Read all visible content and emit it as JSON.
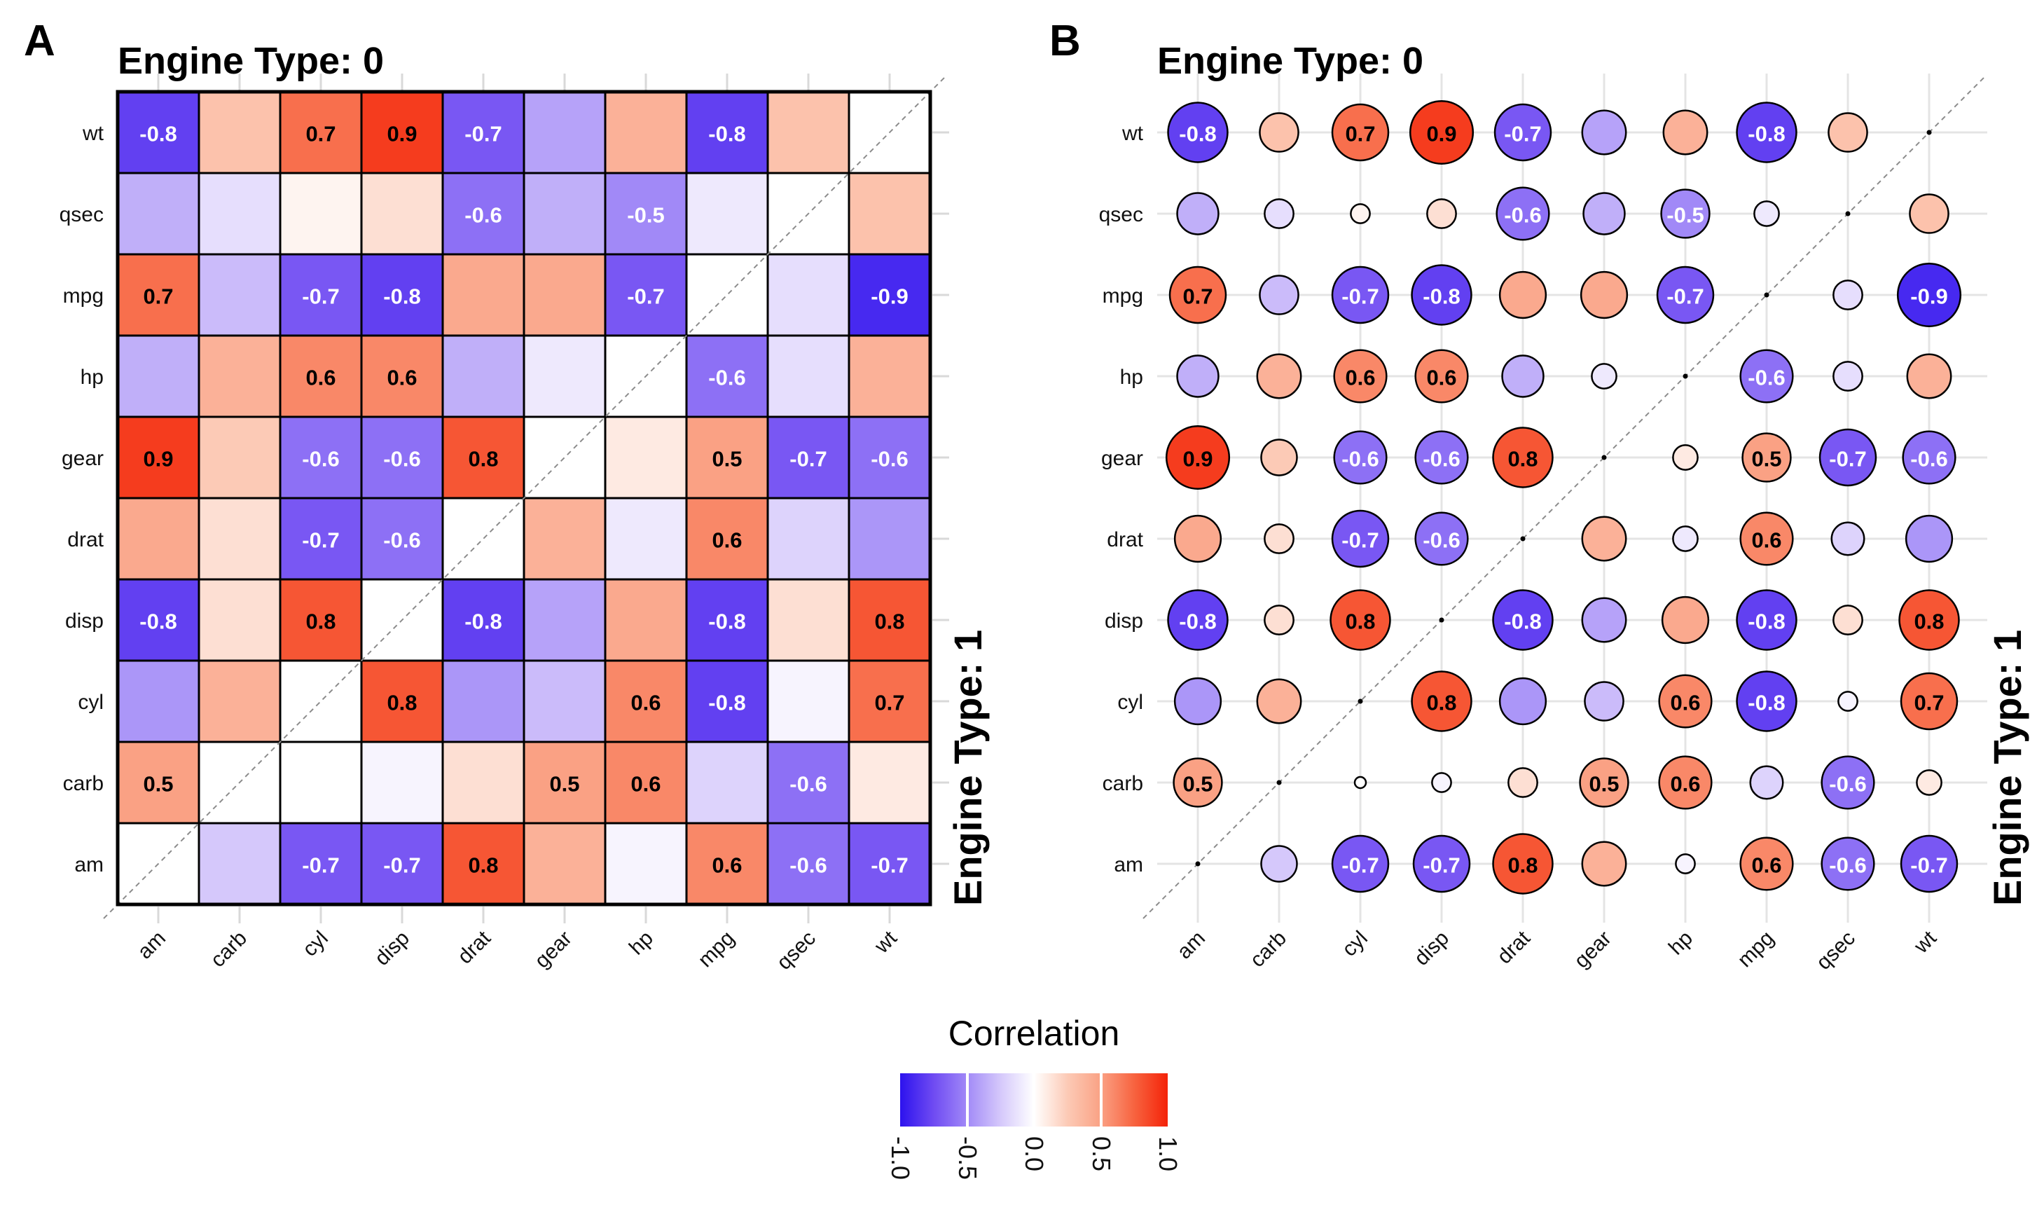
{
  "figure": {
    "background": "#ffffff"
  },
  "panels": {
    "a": {
      "tag": "A",
      "title": "Engine Type: 0",
      "right_label": "Engine Type: 1"
    },
    "b": {
      "tag": "B",
      "title": "Engine Type: 0",
      "right_label": "Engine Type: 1"
    }
  },
  "legend": {
    "title": "Correlation",
    "tick_labels": [
      "-1.0",
      "-0.5",
      "0.0",
      "0.5",
      "1.0"
    ],
    "range": [
      -1,
      1
    ]
  },
  "color_scale": {
    "domain": [
      -1,
      -0.75,
      -0.5,
      -0.25,
      0,
      0.25,
      0.5,
      0.75,
      1
    ],
    "colors": [
      "#2d12ee",
      "#6f4bf2",
      "#a189f7",
      "#d5c8fb",
      "#ffffff",
      "#fccab6",
      "#faa184",
      "#f7633f",
      "#f42208"
    ],
    "negative_end": "#2d12ee",
    "zero": "#ffffff",
    "positive_end": "#f42208"
  },
  "style": {
    "grid_color": "#e4e4e4",
    "tick_stub_color": "#d9d9d9",
    "cell_border_color": "#000000",
    "diagonal_dash_color": "#8c8c8c",
    "value_label_color_positive": "#000000",
    "value_label_color_negative": "#ffffff",
    "axis_text_color": "#111111"
  },
  "chart_data": [
    {
      "panel": "A",
      "type": "heatmap",
      "title": "Engine Type: 0",
      "upper_left_triangle_group": "Engine Type: 0",
      "lower_right_triangle_group": "Engine Type: 1",
      "x_categories": [
        "am",
        "carb",
        "cyl",
        "disp",
        "drat",
        "gear",
        "hp",
        "mpg",
        "qsec",
        "wt"
      ],
      "y_categories_top_to_bottom": [
        "wt",
        "qsec",
        "mpg",
        "hp",
        "gear",
        "drat",
        "disp",
        "cyl",
        "carb",
        "am"
      ],
      "value_label_threshold": 0.5,
      "color_range": [
        -1,
        1
      ],
      "diagonal": "blank white cells crossed by dashed line",
      "values": [
        [
          -0.8,
          0.3,
          0.7,
          0.9,
          -0.7,
          -0.4,
          0.4,
          -0.8,
          0.3,
          null
        ],
        [
          -0.35,
          -0.15,
          0.05,
          0.15,
          -0.6,
          -0.35,
          -0.5,
          -0.1,
          null,
          0.3
        ],
        [
          0.7,
          -0.3,
          -0.7,
          -0.8,
          0.45,
          0.45,
          -0.7,
          null,
          -0.15,
          -0.9
        ],
        [
          -0.35,
          0.4,
          0.6,
          0.6,
          -0.35,
          -0.1,
          null,
          -0.6,
          -0.15,
          0.4
        ],
        [
          0.9,
          0.25,
          -0.6,
          -0.6,
          0.8,
          null,
          0.1,
          0.5,
          -0.7,
          -0.6
        ],
        [
          0.45,
          0.15,
          -0.7,
          -0.6,
          null,
          0.4,
          -0.1,
          0.6,
          -0.2,
          -0.45
        ],
        [
          -0.8,
          0.15,
          0.8,
          null,
          -0.8,
          -0.4,
          0.45,
          -0.8,
          0.15,
          0.8
        ],
        [
          -0.45,
          0.4,
          null,
          0.8,
          -0.45,
          -0.3,
          0.6,
          -0.8,
          -0.05,
          0.7
        ],
        [
          0.5,
          null,
          0.0,
          -0.05,
          0.15,
          0.5,
          0.6,
          -0.2,
          -0.6,
          0.1
        ],
        [
          null,
          -0.25,
          -0.7,
          -0.7,
          0.8,
          0.4,
          -0.05,
          0.6,
          -0.6,
          -0.7
        ]
      ]
    },
    {
      "panel": "B",
      "type": "scatter",
      "subtype": "bubble-correlogram",
      "title": "Engine Type: 0",
      "upper_left_triangle_group": "Engine Type: 0",
      "lower_right_triangle_group": "Engine Type: 1",
      "x_categories": [
        "am",
        "carb",
        "cyl",
        "disp",
        "drat",
        "gear",
        "hp",
        "mpg",
        "qsec",
        "wt"
      ],
      "y_categories_top_to_bottom": [
        "wt",
        "qsec",
        "mpg",
        "hp",
        "gear",
        "drat",
        "disp",
        "cyl",
        "carb",
        "am"
      ],
      "value_label_threshold": 0.5,
      "color_range": [
        -1,
        1
      ],
      "circle_area_proportional_to": "absolute correlation",
      "diagonal": "small black dots crossed by dashed line",
      "values": [
        [
          -0.8,
          0.3,
          0.7,
          0.9,
          -0.7,
          -0.4,
          0.4,
          -0.8,
          0.3,
          null
        ],
        [
          -0.35,
          -0.15,
          0.05,
          0.15,
          -0.6,
          -0.35,
          -0.5,
          -0.1,
          null,
          0.3
        ],
        [
          0.7,
          -0.3,
          -0.7,
          -0.8,
          0.45,
          0.45,
          -0.7,
          null,
          -0.15,
          -0.9
        ],
        [
          -0.35,
          0.4,
          0.6,
          0.6,
          -0.35,
          -0.1,
          null,
          -0.6,
          -0.15,
          0.4
        ],
        [
          0.9,
          0.25,
          -0.6,
          -0.6,
          0.8,
          null,
          0.1,
          0.5,
          -0.7,
          -0.6
        ],
        [
          0.45,
          0.15,
          -0.7,
          -0.6,
          null,
          0.4,
          -0.1,
          0.6,
          -0.2,
          -0.45
        ],
        [
          -0.8,
          0.15,
          0.8,
          null,
          -0.8,
          -0.4,
          0.45,
          -0.8,
          0.15,
          0.8
        ],
        [
          -0.45,
          0.4,
          null,
          0.8,
          -0.45,
          -0.3,
          0.6,
          -0.8,
          -0.05,
          0.7
        ],
        [
          0.5,
          null,
          0.0,
          -0.05,
          0.15,
          0.5,
          0.6,
          -0.2,
          -0.6,
          0.1
        ],
        [
          null,
          -0.25,
          -0.7,
          -0.7,
          0.8,
          0.4,
          -0.05,
          0.6,
          -0.6,
          -0.7
        ]
      ]
    }
  ]
}
